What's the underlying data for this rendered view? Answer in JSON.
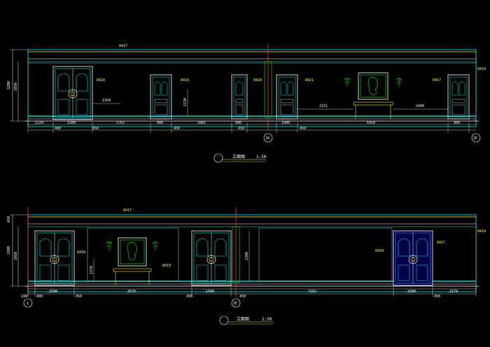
{
  "elevation_1": {
    "title": "立面图",
    "scale": "1:50",
    "height_total": "3200",
    "height_sub": "2850",
    "grid_left": "18",
    "grid_right": "1E",
    "dims": [
      "1229",
      "1500",
      "2761",
      "900",
      "2881",
      "900",
      "1900",
      "6950",
      "900"
    ],
    "dims_small": [
      "480",
      "450",
      "450",
      "450",
      "450"
    ],
    "inner_dims": [
      "1350",
      "1120",
      "2221",
      "2400"
    ],
    "notes": [
      "8417",
      "8418",
      "8419",
      "8420",
      "8421",
      "8417",
      "8414"
    ]
  },
  "elevation_2": {
    "title": "立面图",
    "scale": "1:50",
    "height_top": "450",
    "height_total": "3200",
    "height_sub": "2850",
    "grid_left": "1",
    "grid_mid": "1E",
    "dims": [
      "240",
      "1500",
      "3570",
      "1500",
      "7252",
      "1500",
      "2179"
    ],
    "dims_small": [
      "480",
      "450",
      "450",
      "450",
      "450"
    ],
    "inner_dims": [
      "1370",
      "2300"
    ],
    "notes": [
      "8417",
      "8418",
      "8419",
      "8420",
      "8414",
      "8417"
    ]
  }
}
